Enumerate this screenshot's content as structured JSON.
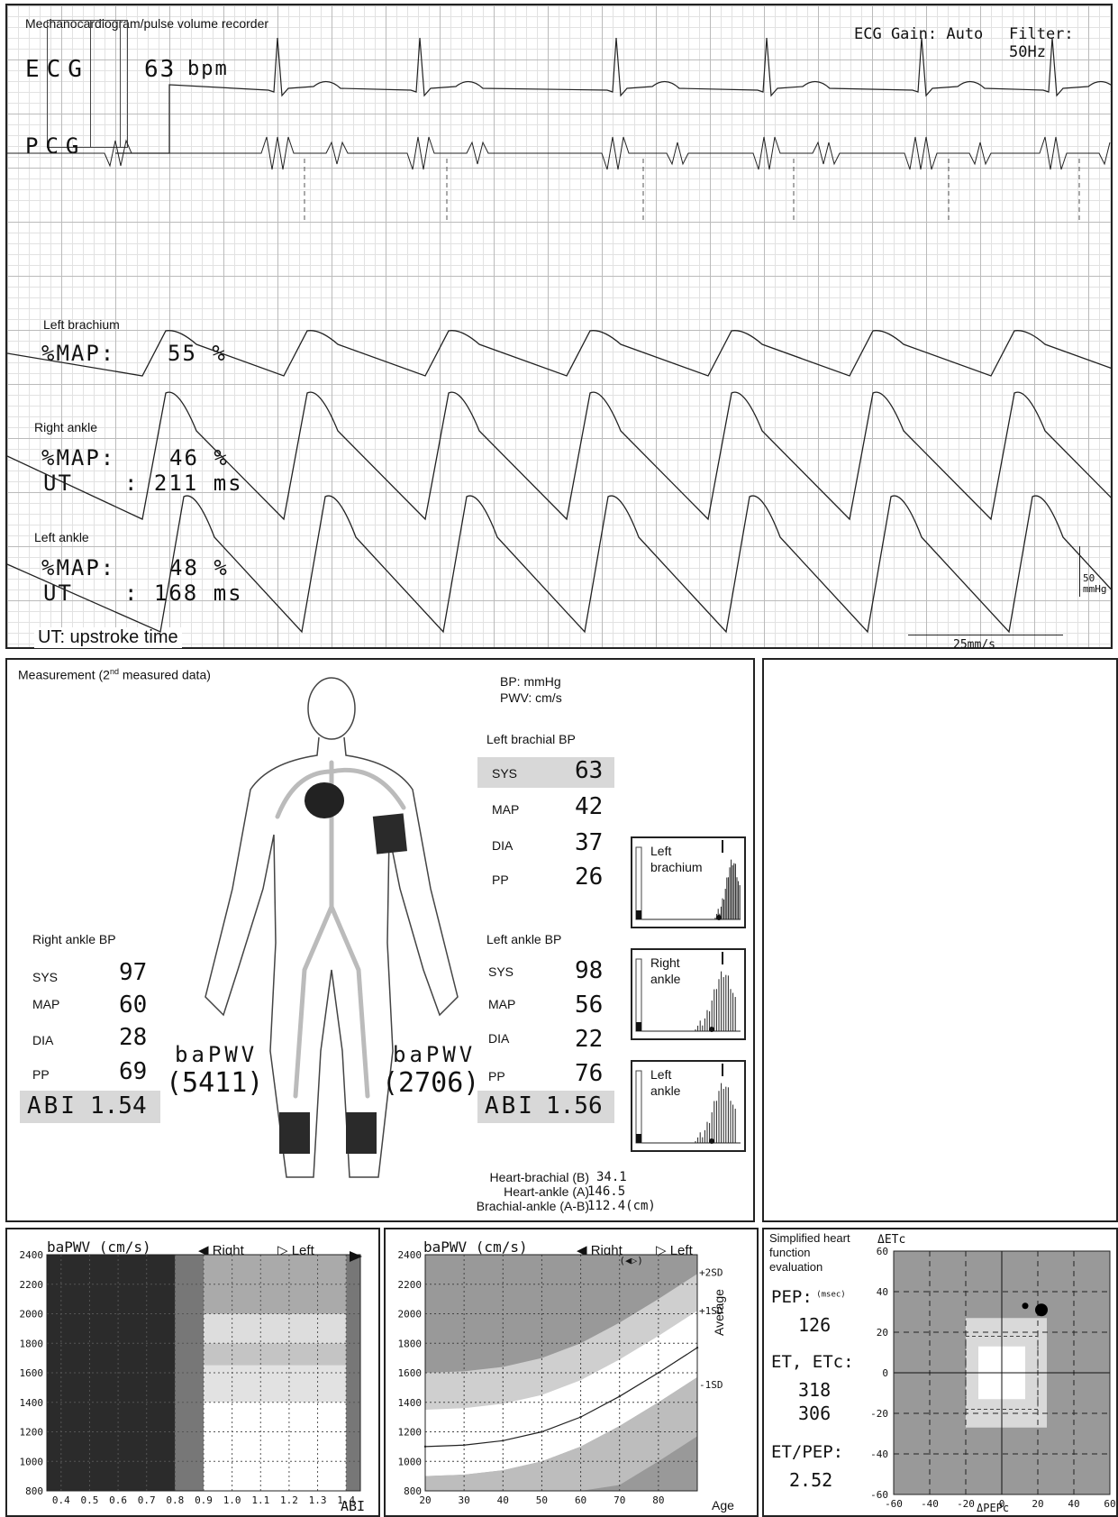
{
  "recorder": {
    "title": "Mechanocardiogram/pulse volume recorder",
    "ecg_gain": "ECG Gain: Auto",
    "filter": "Filter: 50Hz",
    "ecg_label": "ECG",
    "ecg_rate": "63",
    "ecg_unit": "bpm",
    "pcg_label": "PCG",
    "left_brachium": {
      "name": "Left brachium",
      "map_label": "%MAP:",
      "map_value": "55 %"
    },
    "right_ankle": {
      "name": "Right ankle",
      "map_label": "%MAP:",
      "map_value": "46 %",
      "ut_label": "UT",
      "ut_value": ": 211 ms"
    },
    "left_ankle": {
      "name": "Left ankle",
      "map_label": "%MAP:",
      "map_value": "48 %",
      "ut_label": "UT",
      "ut_value": ": 168 ms"
    },
    "ut_note": "UT: upstroke time",
    "scale_speed": "25mm/s",
    "scale_pressure": "50 mmHg"
  },
  "measurement": {
    "title": "Measurement (2",
    "title_sup": "nd",
    "title_rest": " measured data)",
    "units_bp": "BP: mmHg",
    "units_pwv": "PWV: cm/s",
    "left_brachial": {
      "title": "Left brachial BP",
      "sys_label": "SYS",
      "sys": "63",
      "map_label": "MAP",
      "map": "42",
      "dia_label": "DIA",
      "dia": "37",
      "pp_label": "PP",
      "pp": "26"
    },
    "right_ankle": {
      "title": "Right ankle BP",
      "sys_label": "SYS",
      "sys": "97",
      "map_label": "MAP",
      "map": "60",
      "dia_label": "DIA",
      "dia": "28",
      "pp_label": "PP",
      "pp": "69",
      "abi_label": "ABI",
      "abi": "1.54"
    },
    "left_ankle": {
      "title": "Left ankle BP",
      "sys_label": "SYS",
      "sys": "98",
      "map_label": "MAP",
      "map": "56",
      "dia_label": "DIA",
      "dia": "22",
      "pp_label": "PP",
      "pp": "76",
      "abi_label": "ABI",
      "abi": "1.56"
    },
    "bapwv_right": {
      "label": "baPWV",
      "value": "(5411)"
    },
    "bapwv_left": {
      "label": "baPWV",
      "value": "(2706)"
    },
    "mini_charts": [
      {
        "line1": "Left",
        "line2": "brachium"
      },
      {
        "line1": "Right",
        "line2": "ankle"
      },
      {
        "line1": "Left",
        "line2": "ankle"
      }
    ],
    "distances": [
      {
        "label": "Heart-brachial (B)",
        "value": "34.1"
      },
      {
        "label": "Heart-ankle (A)",
        "value": "146.5"
      },
      {
        "label": "Brachial-ankle (A-B)",
        "value": "112.4(cm)"
      }
    ]
  },
  "chart_data": [
    {
      "type": "heatmap",
      "title": "baPWV (cm/s)",
      "xlabel": "ABI",
      "ylim": [
        800,
        2400
      ],
      "x_ticks": [
        "0.4",
        "0.5",
        "0.6",
        "0.7",
        "0.8",
        "0.9",
        "1.0",
        "1.1",
        "1.2",
        "1.3",
        "1.4"
      ],
      "y_ticks": [
        "2400",
        "2200",
        "2000",
        "1800",
        "1600",
        "1400",
        "1200",
        "1000",
        "800"
      ],
      "legend": {
        "right": "Right",
        "left": "Left"
      }
    },
    {
      "type": "area",
      "title": "baPWV (cm/s)",
      "xlabel": "Age",
      "ylabel": "Average",
      "xlim": [
        20,
        90
      ],
      "ylim": [
        800,
        2400
      ],
      "x_ticks": [
        "20",
        "30",
        "40",
        "50",
        "60",
        "70",
        "80"
      ],
      "y_ticks": [
        "2400",
        "2200",
        "2000",
        "1800",
        "1600",
        "1400",
        "1200",
        "1000",
        "800"
      ],
      "band_labels": [
        "+2SD",
        "+1SD",
        "-1SD"
      ],
      "legend": {
        "right": "Right",
        "left": "Left"
      },
      "series": [
        {
          "x": [
            20,
            30,
            40,
            50,
            60,
            70,
            80,
            90
          ],
          "values": [
            1100,
            1110,
            1140,
            1200,
            1300,
            1440,
            1600,
            1770
          ]
        }
      ]
    },
    {
      "type": "scatter",
      "title": "Simplified heart function evaluation",
      "xlabel": "ΔPEPc",
      "ylabel": "ΔETc",
      "xlim": [
        -60,
        60
      ],
      "ylim": [
        -60,
        60
      ],
      "x_ticks": [
        "-60",
        "-40",
        "-20",
        "0",
        "20",
        "40",
        "60"
      ],
      "y_ticks": [
        "60",
        "40",
        "20",
        "0",
        "-20",
        "-40",
        "-60"
      ],
      "pep_label": "PEP:",
      "pep_unit": "(msec)",
      "pep": "126",
      "et_label": "ET, ETc:",
      "et": "318",
      "etc": "306",
      "ratio_label": "ET/PEP:",
      "ratio": "2.52",
      "points": [
        {
          "x": 22,
          "y": 31,
          "size": "large"
        },
        {
          "x": 13,
          "y": 33,
          "size": "small"
        }
      ]
    }
  ]
}
